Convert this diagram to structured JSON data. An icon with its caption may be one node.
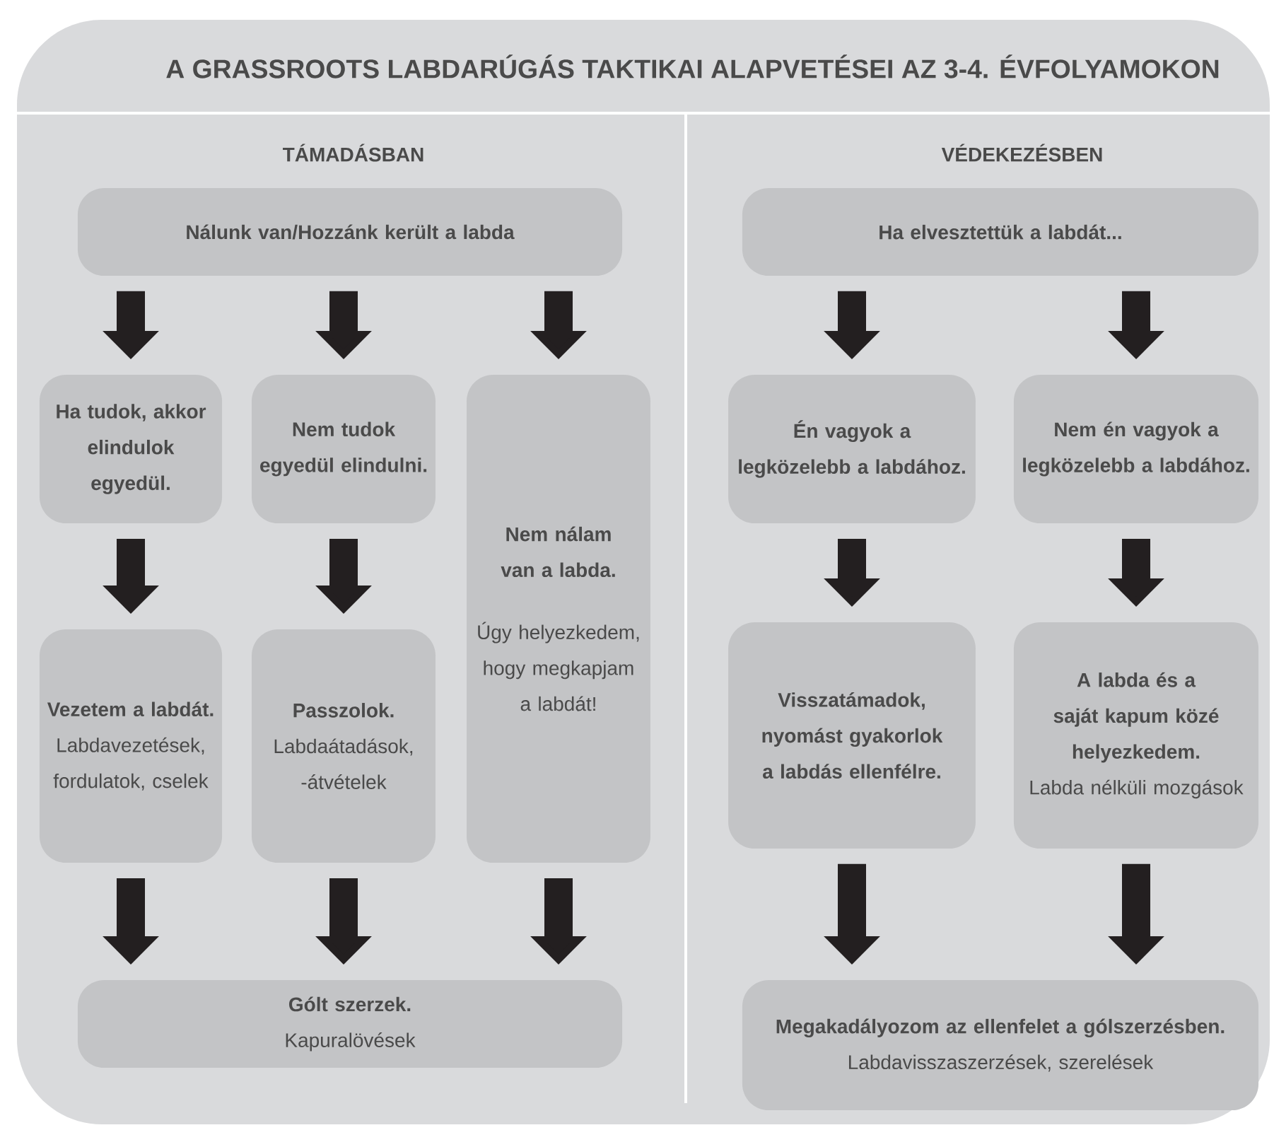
{
  "diagram": {
    "title": "A GRASSROOTS LABDARÚGÁS TAKTIKAI ALAPVETÉSEI AZ 3-4. ÉVFOLYAMOKON",
    "nodes": [
      {
        "text": [
          "Nálunk van/Hozzánk került a labda"
        ]
      },
      {
        "text": [
          "Ha elvesztettük a labdát..."
        ]
      },
      {
        "text": [
          "Ha tudok, akkor elindulok egyedül."
        ]
      },
      {
        "text": [
          "Nem tudok egyedül elindulni."
        ]
      },
      {
        "text": [
          "Nem nálam van a labda.",
          "Úgy helyezkedem, hogy megkapjam a labdát!"
        ]
      },
      {
        "text": [
          "Én vagyok a legközelebb a labdához."
        ]
      },
      {
        "text": [
          "Nem én vagyok a legközelebb a labdához."
        ]
      },
      {
        "text": [
          "Vezetem a labdát.",
          "Labdavezetések, fordulatok, cselek"
        ]
      },
      {
        "text": [
          "Passzolok.",
          "Labdaátadások, -átvételek"
        ]
      },
      {
        "text": [
          "Visszatámadok, nyomást gyakorlok a labdás ellenfélre."
        ]
      },
      {
        "text": [
          "A labda és a saját kapum közé helyezkedem.",
          "Labda nélküli mozgások"
        ]
      },
      {
        "text": [
          "Gólt szerzek.",
          "Kapuralövések"
        ]
      },
      {
        "text": [
          "Megakadályozom az ellenfelet a gólszerzésben.",
          "Labdavisszaszerzések, szerelések"
        ]
      }
    ],
    "edges": [
      {
        "from": 0,
        "to": 2,
        "arrow": "to"
      },
      {
        "from": 0,
        "to": 3,
        "arrow": "to"
      },
      {
        "from": 0,
        "to": 4,
        "arrow": "to"
      },
      {
        "from": 1,
        "to": 5,
        "arrow": "to"
      },
      {
        "from": 1,
        "to": 6,
        "arrow": "to"
      },
      {
        "from": 2,
        "to": 7,
        "arrow": "to"
      },
      {
        "from": 3,
        "to": 8,
        "arrow": "to"
      },
      {
        "from": 5,
        "to": 9,
        "arrow": "to"
      },
      {
        "from": 6,
        "to": 10,
        "arrow": "to"
      },
      {
        "from": 7,
        "to": 11,
        "arrow": "to"
      },
      {
        "from": 8,
        "to": 11,
        "arrow": "to"
      },
      {
        "from": 4,
        "to": 11,
        "arrow": "to"
      },
      {
        "from": 9,
        "to": 12,
        "arrow": "to"
      },
      {
        "from": 10,
        "to": 12,
        "arrow": "to"
      }
    ],
    "labels": [
      "TÁMADÁSBAN",
      "VÉDEKEZÉSBEN"
    ]
  }
}
